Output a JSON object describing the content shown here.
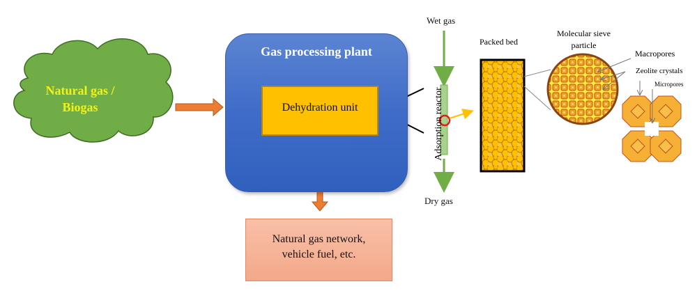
{
  "source": {
    "label_line1": "Natural gas /",
    "label_line2": "Biogas",
    "color": "#70ad47",
    "text_color": "#f2f215"
  },
  "plant": {
    "title": "Gas processing plant",
    "color": "#4472c4",
    "unit": {
      "label": "Dehydration unit",
      "color": "#ffc000"
    }
  },
  "output": {
    "label_line1": "Natural gas network,",
    "label_line2": "vehicle fuel, etc.",
    "color": "#f4b183"
  },
  "reactor": {
    "label": "Adsorption reactor",
    "inlet": "Wet gas",
    "outlet": "Dry gas",
    "color": "#a9d18e",
    "flow_arrow_color": "#70ad47",
    "highlight_color": "#e31a1a"
  },
  "detail": {
    "packed_bed": "Packed bed",
    "particle_line1": "Molecular sieve",
    "particle_line2": "particle",
    "macropores": "Macropores",
    "zeolite_crystals": "Zeolite crystals",
    "micropores": "Micropores",
    "bead_color": "#ffc000",
    "pointer_arrow_color": "#ffc000"
  },
  "arrows": {
    "process_color": "#ed7d31"
  }
}
